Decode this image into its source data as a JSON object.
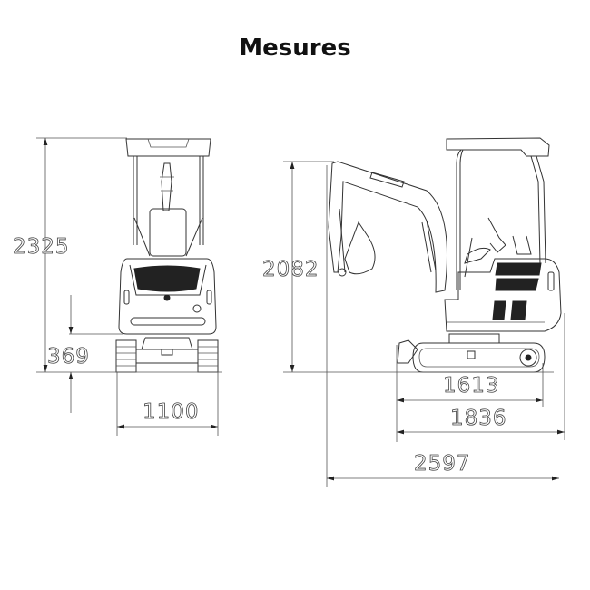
{
  "title": "Mesures",
  "dimensions": {
    "front_height": "2325",
    "ground_clearance": "369",
    "track_width": "1100",
    "side_height": "2082",
    "track_length": "1613",
    "undercarriage_length": "1836",
    "overall_length": "2597"
  }
}
